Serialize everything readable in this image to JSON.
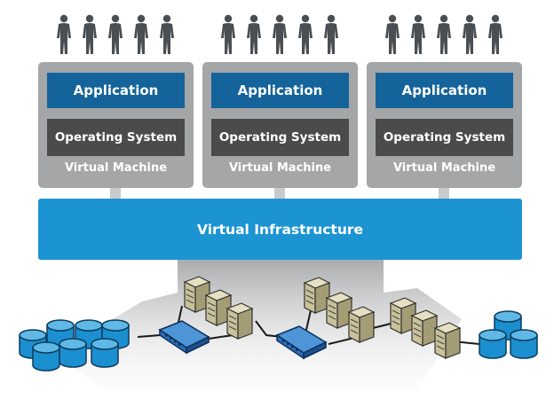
{
  "virtual_machines": [
    {
      "application": "Application",
      "operating_system": "Operating System",
      "label": "Virtual Machine"
    },
    {
      "application": "Application",
      "operating_system": "Operating System",
      "label": "Virtual Machine"
    },
    {
      "application": "Application",
      "operating_system": "Operating System",
      "label": "Virtual Machine"
    }
  ],
  "infrastructure": {
    "label": "Virtual Infrastructure"
  },
  "colors": {
    "application": "#14639a",
    "operating_system": "#4b4b4d",
    "vm_frame": "#a4a6a8",
    "infrastructure": "#1d94d2",
    "storage": "#1b8fcf",
    "switch": "#2a6fb8",
    "server": "#c9c19a",
    "person": "#4a4f54"
  },
  "icons": [
    "person-icon",
    "storage-cylinder-icon",
    "network-switch-icon",
    "server-icon"
  ]
}
